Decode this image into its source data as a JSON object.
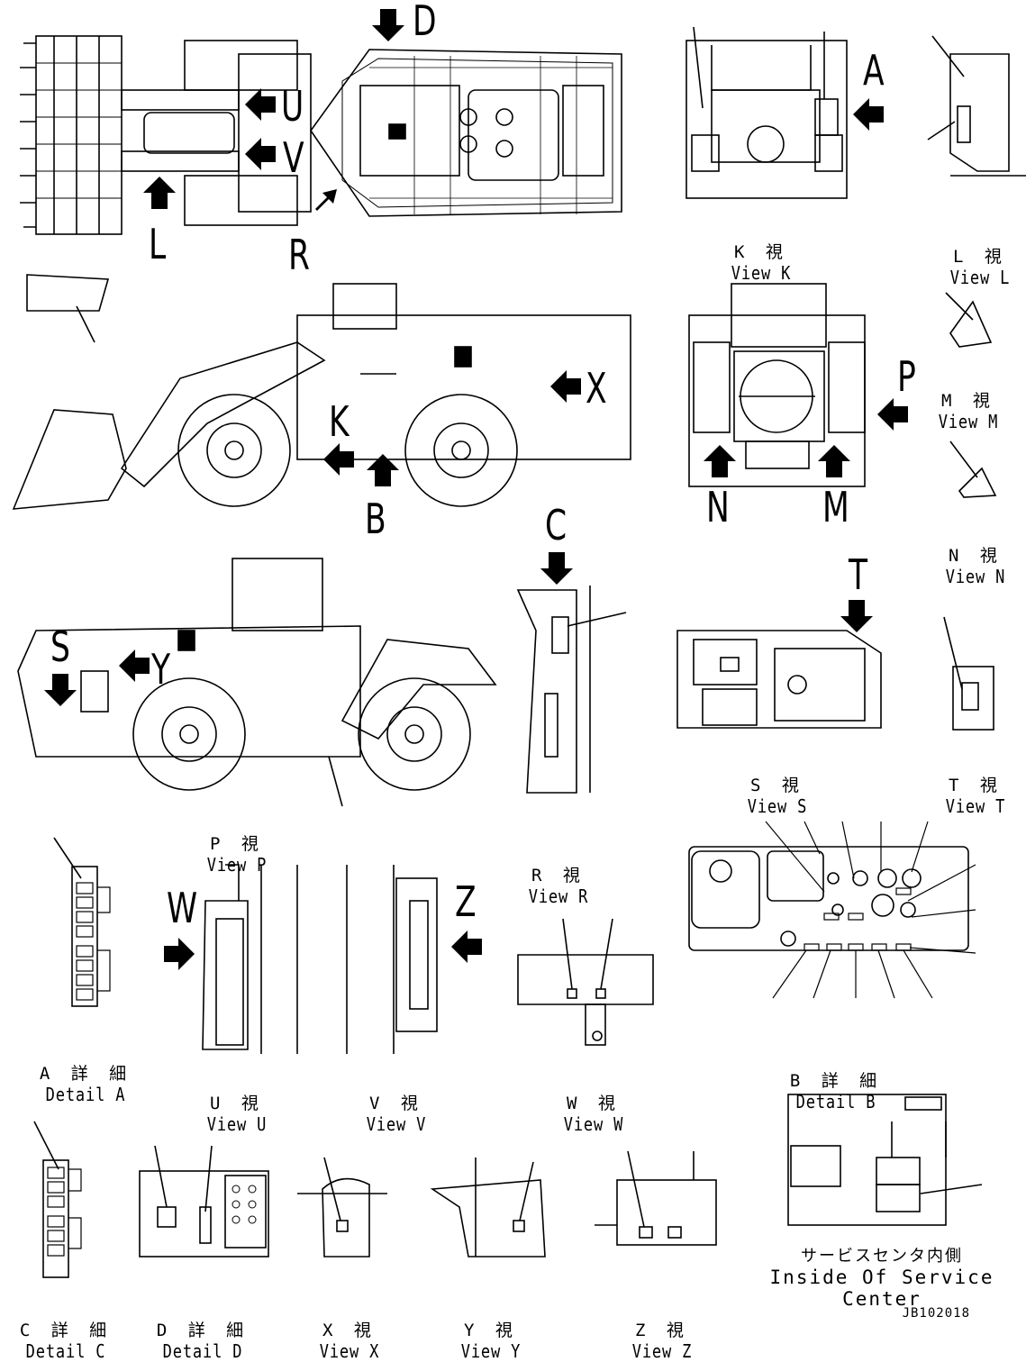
{
  "document_id": "JB102018",
  "service_center": {
    "jp": "サービスセンタ内側",
    "en": "Inside Of Service Center"
  },
  "callouts": [
    "D",
    "U",
    "V",
    "L",
    "R",
    "A",
    "K",
    "X",
    "B",
    "P",
    "N",
    "M",
    "C",
    "S",
    "Y",
    "T",
    "W",
    "Z"
  ],
  "views": [
    {
      "id": "view-k",
      "jp": "K 視",
      "en": "View K"
    },
    {
      "id": "view-l",
      "jp": "L 視",
      "en": "View L"
    },
    {
      "id": "view-m",
      "jp": "M 視",
      "en": "View M"
    },
    {
      "id": "view-n",
      "jp": "N 視",
      "en": "View N"
    },
    {
      "id": "view-p",
      "jp": "P 視",
      "en": "View P"
    },
    {
      "id": "view-r",
      "jp": "R 視",
      "en": "View R"
    },
    {
      "id": "view-s",
      "jp": "S 視",
      "en": "View S"
    },
    {
      "id": "view-t",
      "jp": "T 視",
      "en": "View T"
    },
    {
      "id": "detail-a",
      "jp": "A 詳 細",
      "en": "Detail A"
    },
    {
      "id": "view-u",
      "jp": "U 視",
      "en": "View U"
    },
    {
      "id": "view-v",
      "jp": "V 視",
      "en": "View V"
    },
    {
      "id": "view-w",
      "jp": "W 視",
      "en": "View W"
    },
    {
      "id": "detail-b",
      "jp": "B 詳 細",
      "en": "Detail B"
    },
    {
      "id": "detail-c",
      "jp": "C 詳 細",
      "en": "Detail C"
    },
    {
      "id": "detail-d",
      "jp": "D 詳 細",
      "en": "Detail D"
    },
    {
      "id": "view-x",
      "jp": "X 視",
      "en": "View X"
    },
    {
      "id": "view-y",
      "jp": "Y 視",
      "en": "View Y"
    },
    {
      "id": "view-z",
      "jp": "Z 視",
      "en": "View Z"
    }
  ]
}
